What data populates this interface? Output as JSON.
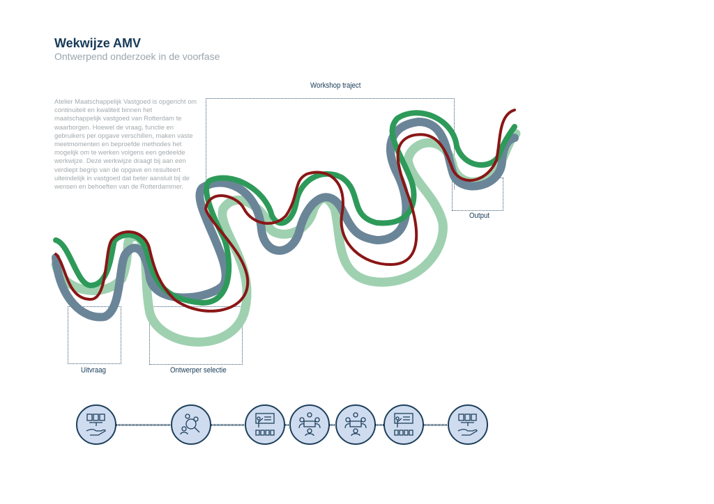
{
  "header": {
    "title": "Wekwijze AMV",
    "subtitle": "Ontwerpend onderzoek in de voorfase"
  },
  "intro": "Atelier Maatschappelijk Vastgoed is opgericht om continuiteit en kwaliteit binnen het maatschappelijk vastgoed van Rotterdam te waarborgen. Hoewel de vraag, functie en gebruikers per opgave verschillen, maken vaste meetmomenten en beproefde methodes het mogelijk om te werken volgens een gedeelde werkwijze. Deze werkwijze draagt bij aan een verdiept begrip van de opgave en resulteert uiteindelijk in vastgoed dat beter aansluit bij de wensen en behoeften van de Rotterdammer.",
  "phases": {
    "uitvraag": "Uitvraag",
    "ontwerper": "Ontwerper selectie",
    "workshop": "Workshop traject",
    "output": "Output"
  },
  "colors": {
    "green": "#2e9a5a",
    "light_green": "#9fd1b0",
    "slate": "#6b8598",
    "red": "#8a1616",
    "navy": "#163a57",
    "step_fill": "#cfdcf0"
  },
  "steps": [
    {
      "icon": "documents-hand-icon"
    },
    {
      "icon": "search-people-icon"
    },
    {
      "icon": "presentation-icon"
    },
    {
      "icon": "meeting-table-icon"
    },
    {
      "icon": "meeting-table-icon"
    },
    {
      "icon": "presentation-icon"
    },
    {
      "icon": "documents-hand-icon"
    }
  ]
}
